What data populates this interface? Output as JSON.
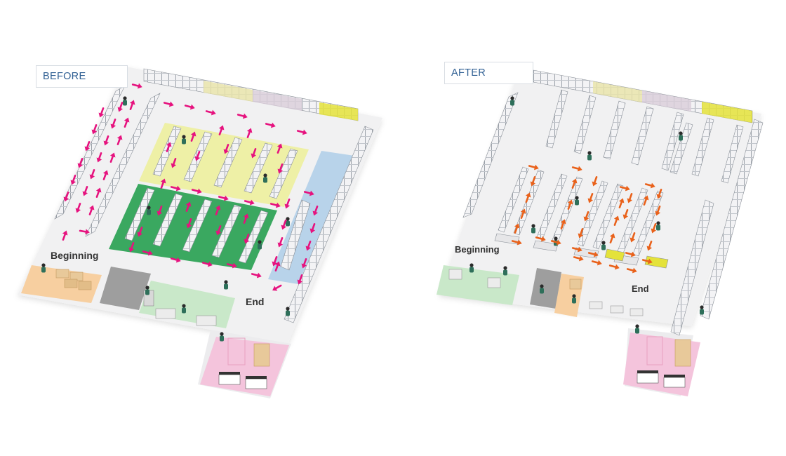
{
  "panels": {
    "before": {
      "title": "BEFORE",
      "start_label": "Beginning",
      "end_label": "End",
      "arrow_color": "#e6127e"
    },
    "after": {
      "title": "AFTER",
      "start_label": "Beginning",
      "end_label": "End",
      "arrow_color": "#e9611a"
    }
  },
  "zone_colors": {
    "fast_pick_zone": "#eef0a6",
    "bulk_zone": "#3aa860",
    "return_zone": "#b8d3ea",
    "receiving_zone": "#f7cfa0",
    "packing_zone": "#c9e8c9",
    "shipping_zone": "#f4c4dc",
    "office_zone": "#9e9e9e"
  }
}
